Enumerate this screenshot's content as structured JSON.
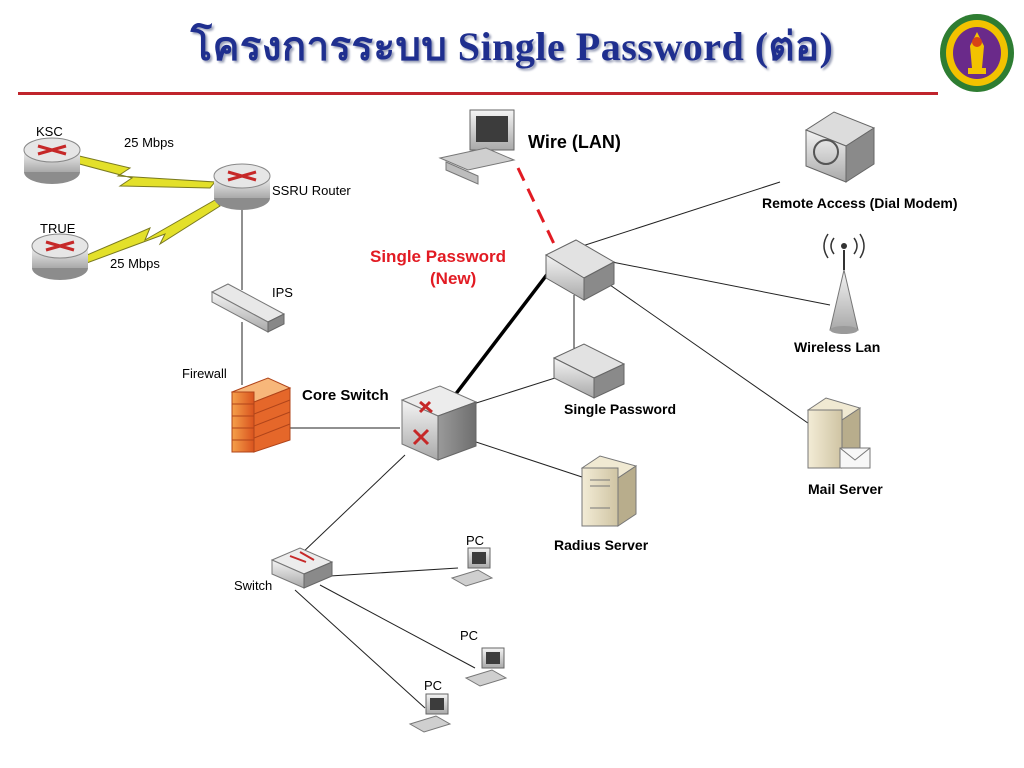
{
  "title": "โครงการระบบ Single Password (ต่อ)",
  "colors": {
    "title": "#1f2f8f",
    "rule": "#c0242c",
    "highlight": "#e21b23",
    "link": "#222222"
  },
  "logo_icon": "university-seal-icon",
  "labels": {
    "ksc": "KSC",
    "true": "TRUE",
    "speed_top": "25 Mbps",
    "speed_bottom": "25 Mbps",
    "ssru_router": "SSRU Router",
    "ips": "IPS",
    "firewall": "Firewall",
    "core_switch": "Core Switch",
    "single_password_new_line1": "Single Password",
    "single_password_new_line2": "(New)",
    "wire_lan": "Wire  (LAN)",
    "remote_access": "Remote Access (Dial Modem)",
    "wireless_lan": "Wireless Lan",
    "single_password": "Single Password",
    "mail_server": "Mail Server",
    "radius_server": "Radius Server",
    "switch": "Switch",
    "pc1": "PC",
    "pc2": "PC",
    "pc3": "PC"
  }
}
